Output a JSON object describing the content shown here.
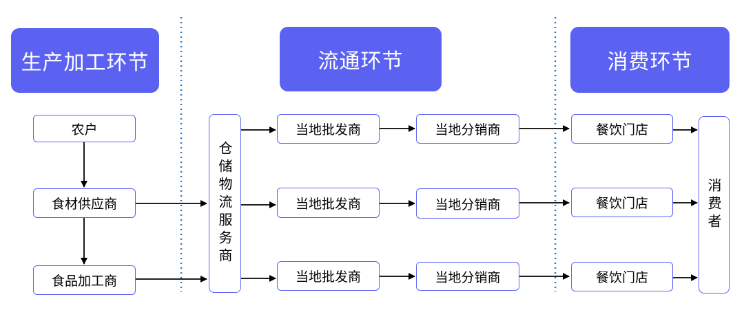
{
  "headers": {
    "production": "生产加工环节",
    "circulation": "流通环节",
    "consumption": "消费环节"
  },
  "production": {
    "farmer": "农户",
    "supplier": "食材供应商",
    "processor": "食品加工商"
  },
  "logistics": "仓储物流服务商",
  "wholesalers": [
    "当地批发商",
    "当地批发商",
    "当地批发商"
  ],
  "distributors": [
    "当地分销商",
    "当地分销商",
    "当地分销商"
  ],
  "restaurants": [
    "餐饮门店",
    "餐饮门店",
    "餐饮门店"
  ],
  "consumer": "消费者",
  "colors": {
    "accent": "#5b62f2",
    "divider": "#2f7dbf"
  }
}
